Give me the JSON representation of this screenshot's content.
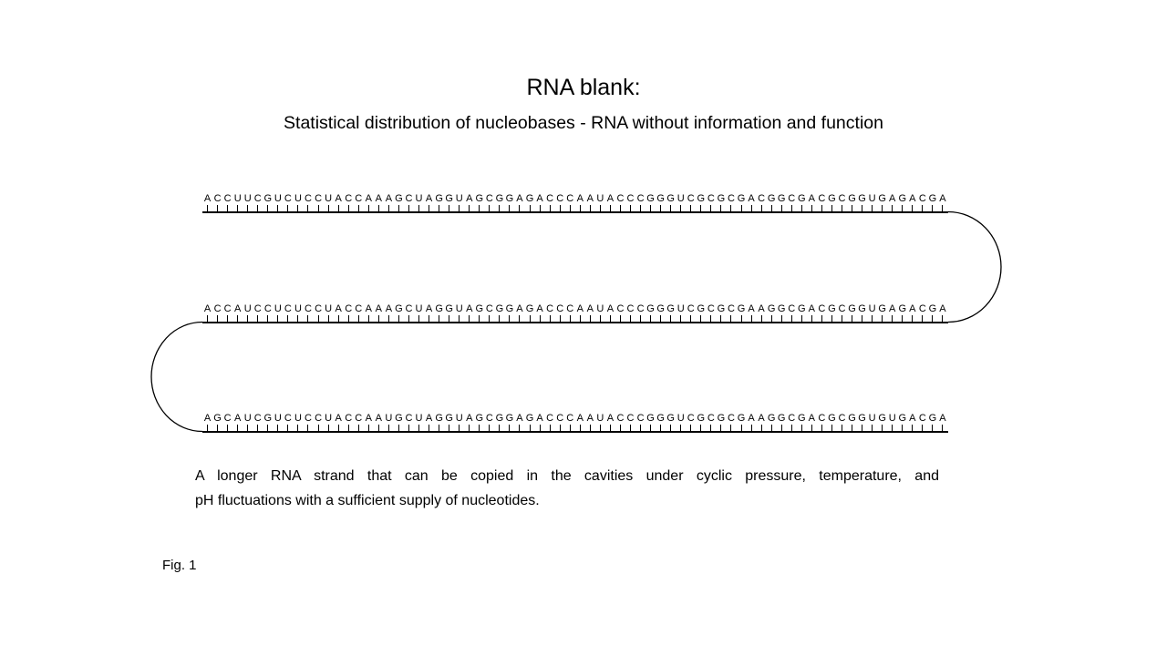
{
  "header": {
    "title": "RNA blank:",
    "subtitle": "Statistical distribution of nucleobases - RNA without information and function"
  },
  "strands": [
    {
      "sequence": "ACCUUCGUCUCCUACCAAAGCUAGGUAGCGGAGACCCAAUACCCGGGUCGCGCGACGGCGACGCGGUGAGACGA"
    },
    {
      "sequence": "ACCAUCCUCUCCUACCAAAGCUAGGUAGCGGAGACCCAAUACCCGGGUCGCGCGAAGGCGACGCGGUGAGACGA"
    },
    {
      "sequence": "AGCAUCGUCUCCUACCAAUGCUAGGUAGCGGAGACCCAAUACCCGGGUCGCGCGAAGGCGACGCGGUGUGACGA"
    }
  ],
  "caption": {
    "line1": "A longer RNA strand that can be copied in the cavities under cyclic pressure, temperature, and",
    "line2": "pH fluctuations with a sufficient supply of nucleotides."
  },
  "figure_label": "Fig. 1",
  "colors": {
    "ink": "#000000",
    "background": "#ffffff"
  }
}
